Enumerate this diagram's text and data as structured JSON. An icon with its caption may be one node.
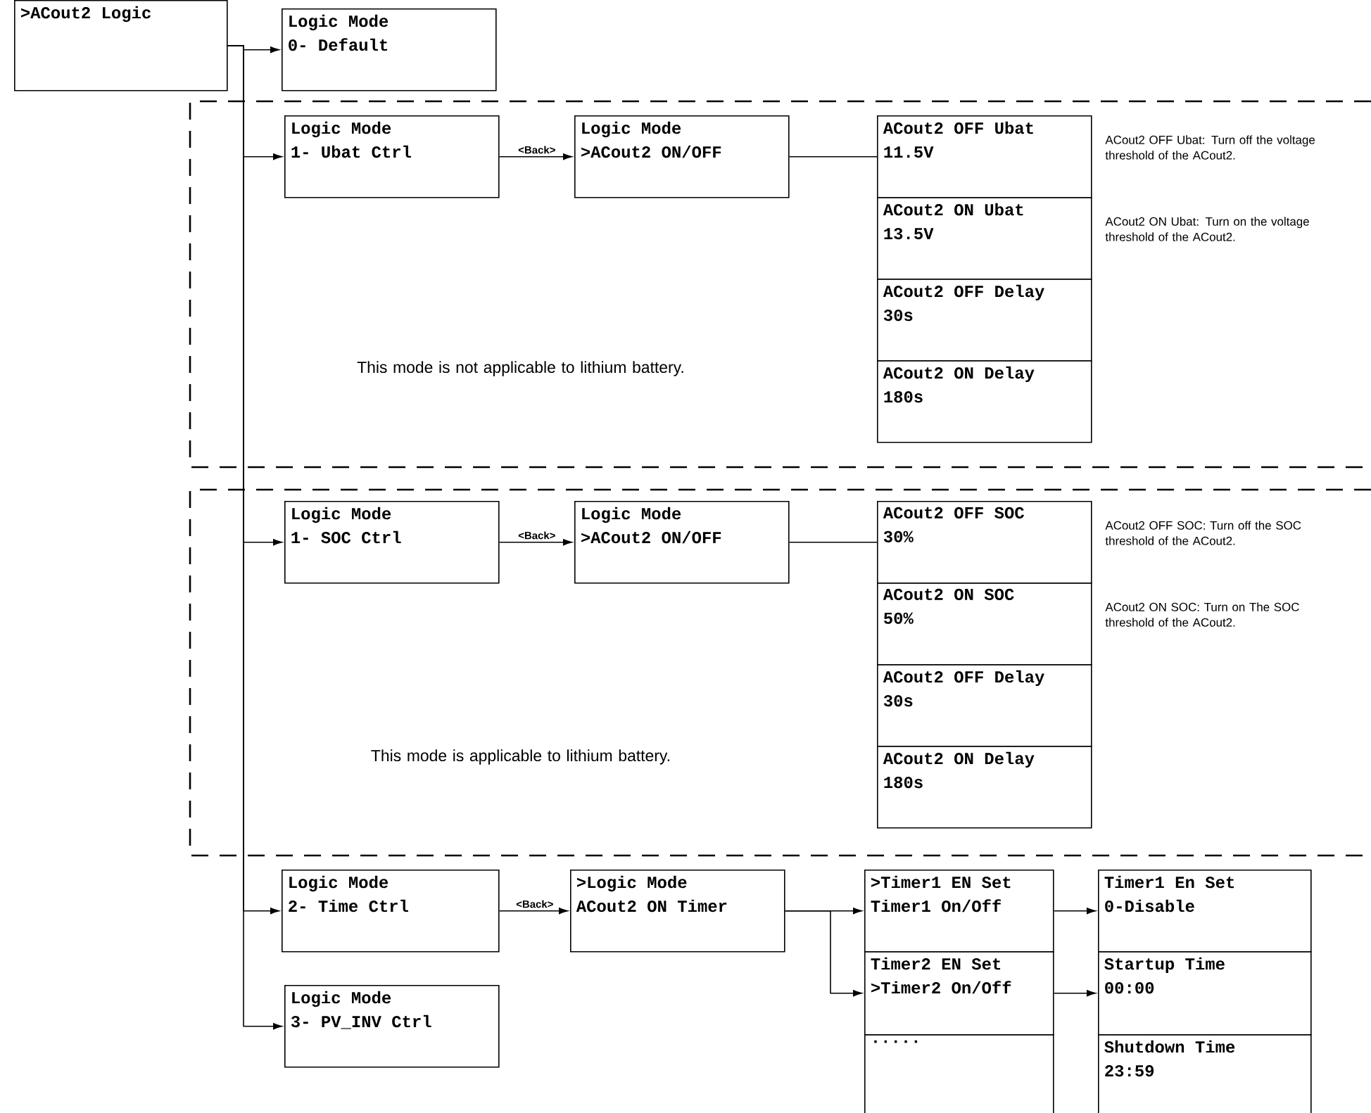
{
  "diagram": {
    "nodes": [
      {
        "text": [
          ">ACout2 Logic"
        ]
      },
      {
        "text": [
          "Logic Mode",
          "0- Default"
        ]
      },
      {
        "text": [
          "This mode is not applicable to lithium battery."
        ]
      },
      {
        "text": [
          "Logic Mode",
          "1- Ubat Ctrl"
        ],
        "in": 2
      },
      {
        "text": [
          "Logic Mode",
          ">ACout2 ON/OFF"
        ],
        "in": 2
      },
      {
        "text": [
          "ACout2 OFF Ubat",
          "11.5V"
        ],
        "in": 2,
        "beside": [
          "ACout2 OFF Ubat: Turn off the voltage threshold of the ACout2."
        ]
      },
      {
        "text": [
          "ACout2 ON Ubat",
          "13.5V"
        ],
        "in": 2,
        "beside": [
          "ACout2 ON Ubat: Turn on the voltage threshold of the ACout2."
        ]
      },
      {
        "text": [
          "ACout2 OFF Delay",
          "30s"
        ],
        "in": 2
      },
      {
        "text": [
          "ACout2 ON Delay",
          "180s"
        ],
        "in": 2
      },
      {
        "text": [
          "This mode is applicable to lithium battery."
        ]
      },
      {
        "text": [
          "Logic Mode",
          "1- SOC Ctrl"
        ],
        "in": 9
      },
      {
        "text": [
          "Logic Mode",
          ">ACout2 ON/OFF"
        ],
        "in": 9
      },
      {
        "text": [
          "ACout2 OFF SOC",
          "30%"
        ],
        "in": 9,
        "beside": [
          "ACout2 OFF SOC: Turn off the SOC threshold of the ACout2."
        ]
      },
      {
        "text": [
          "ACout2 ON SOC",
          "50%"
        ],
        "in": 9,
        "beside": [
          "ACout2 ON SOC: Turn on The SOC threshold of the ACout2."
        ]
      },
      {
        "text": [
          "ACout2 OFF Delay",
          "30s"
        ],
        "in": 9
      },
      {
        "text": [
          "ACout2 ON Delay",
          "180s"
        ],
        "in": 9
      },
      {
        "text": [
          "Logic Mode",
          "2- Time Ctrl"
        ]
      },
      {
        "text": [
          "Logic Mode",
          "3- PV_INV Ctrl"
        ]
      },
      {
        "text": [
          ">Logic Mode",
          "ACout2 ON Timer"
        ]
      },
      {
        "text": [
          ">Timer1 EN Set",
          "Timer1 On/Off"
        ]
      },
      {
        "text": [
          "Timer2 EN Set",
          ">Timer2 On/Off"
        ]
      },
      {
        "text": [
          "....."
        ]
      },
      {
        "text": [
          "Timer1 En Set",
          "0-Disable"
        ]
      },
      {
        "text": [
          "Startup Time",
          "00:00"
        ]
      },
      {
        "text": [
          "Shutdown Time",
          "23:59"
        ]
      }
    ],
    "edges": [
      {
        "from": 0,
        "to": 1,
        "arrow": "to"
      },
      {
        "from": 0,
        "to": 3,
        "arrow": "to"
      },
      {
        "from": 0,
        "to": 10,
        "arrow": "to"
      },
      {
        "from": 0,
        "to": 16,
        "arrow": "to"
      },
      {
        "from": 0,
        "to": 17,
        "arrow": "to"
      },
      {
        "from": 3,
        "to": 4,
        "arrow": "to",
        "label": "<Back>"
      },
      {
        "from": 4,
        "to": 5,
        "arrow": "none"
      },
      {
        "from": 10,
        "to": 11,
        "arrow": "to",
        "label": "<Back>"
      },
      {
        "from": 11,
        "to": 12,
        "arrow": "none"
      },
      {
        "from": 16,
        "to": 18,
        "arrow": "to",
        "label": "<Back>"
      },
      {
        "from": 18,
        "to": 19,
        "arrow": "to"
      },
      {
        "from": 18,
        "to": 20,
        "arrow": "to"
      },
      {
        "from": 19,
        "to": 22,
        "arrow": "to"
      },
      {
        "from": 20,
        "to": 23,
        "arrow": "to"
      }
    ]
  }
}
